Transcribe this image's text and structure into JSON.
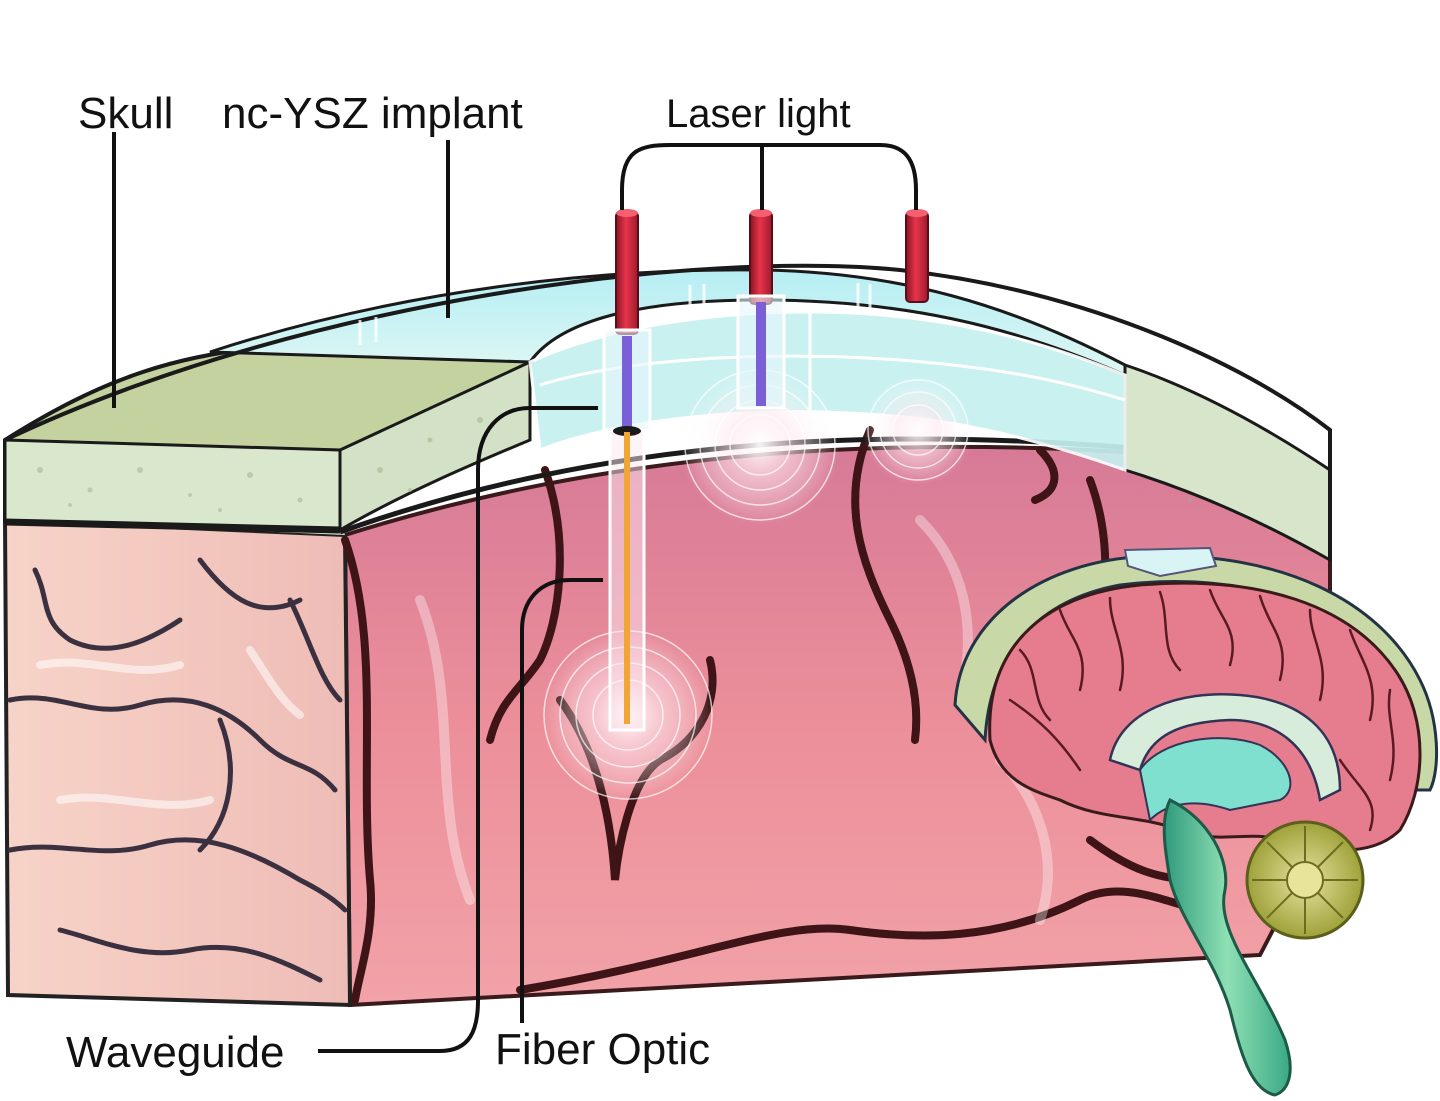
{
  "labels": {
    "skull": "Skull",
    "implant": "nc-YSZ implant",
    "laser": "Laser light",
    "waveguide": "Waveguide",
    "fiber": "Fiber Optic"
  },
  "colors": {
    "skull_top": "#c5d4a0",
    "skull_side": "#dbe8cf",
    "implant": "#bfeff3",
    "brain": "#e98a98",
    "brain_dark": "#4a1e22",
    "cortex_block": "#f2c4bd",
    "laser_rod": "#d4283e",
    "fiber": "#e8a030",
    "brainstem": "#5cc49a",
    "cerebellum": "#b3b44a"
  },
  "icons": [
    "laser-rod-icon",
    "fiber-optic-icon",
    "waveguide-icon",
    "sagittal-brain-icon"
  ]
}
